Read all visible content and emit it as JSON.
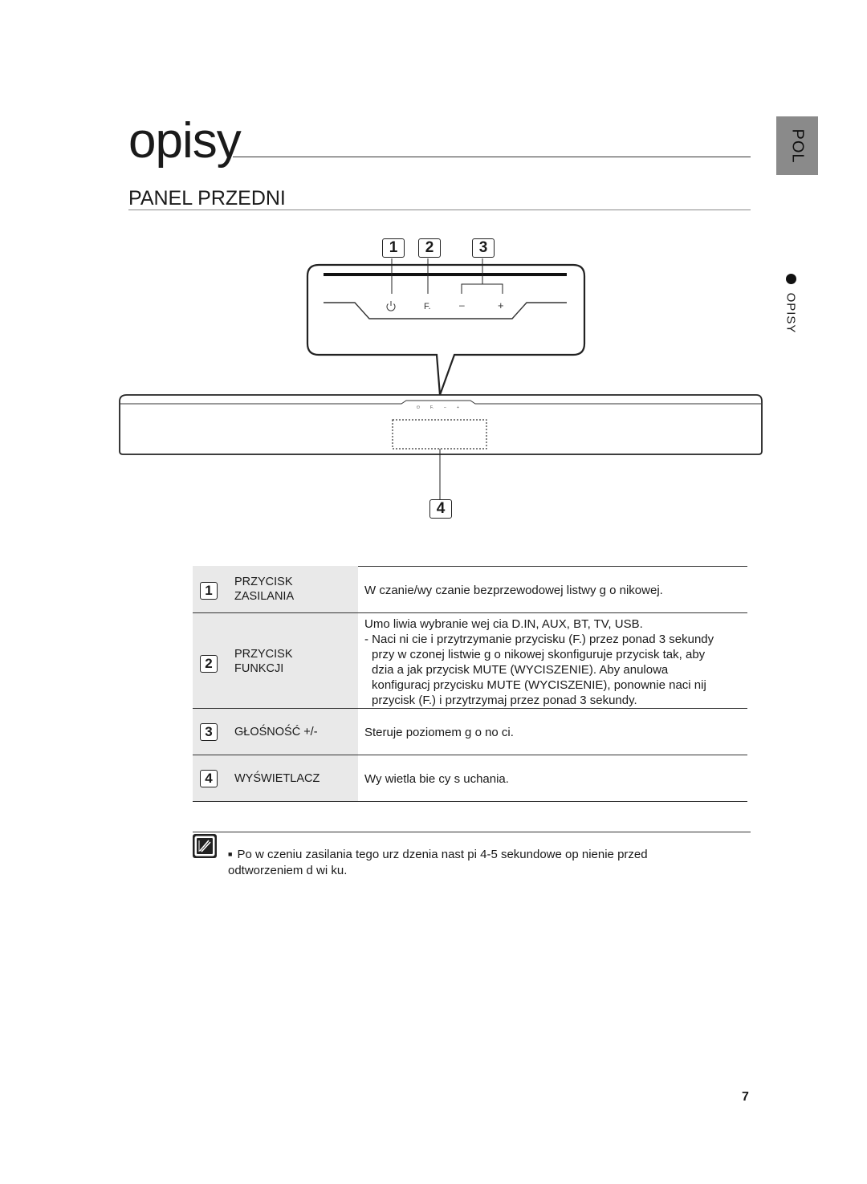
{
  "page": {
    "title": "opisy",
    "language_tab": "POL",
    "side_label": "OPISY",
    "page_number": "7"
  },
  "section": {
    "title": "PANEL PRZEDNI"
  },
  "diagram": {
    "callouts": [
      "1",
      "2",
      "3",
      "4"
    ],
    "button_labels": {
      "function": "F.",
      "minus": "–",
      "plus": "+"
    },
    "mini_labels": [
      "⏻",
      "F.",
      "–",
      "+"
    ]
  },
  "table": {
    "rows": [
      {
        "number": "1",
        "label": [
          "PRZYCISK",
          "ZASILANIA"
        ],
        "desc": [
          "W  czanie/wy  czanie bezprzewodowej listwy g o nikowej."
        ]
      },
      {
        "number": "2",
        "label": [
          "PRZYCISK",
          "FUNKCJI"
        ],
        "desc": [
          "Umo liwia wybranie wej cia D.IN, AUX, BT, TV, USB.",
          "- Naci ni cie i przytrzymanie przycisku (F.) przez ponad 3 sekundy",
          "przy w  czonej listwie g o nikowej skonfiguruje przycisk tak, aby",
          "dzia a  jak przycisk MUTE (WYCISZENIE). Aby anulowa",
          "konfiguracj  przycisku MUTE (WYCISZENIE), ponownie naci nij",
          "przycisk (F.) i przytrzymaj przez ponad 3 sekundy."
        ]
      },
      {
        "number": "3",
        "label": [
          "GŁOŚNOŚĆ +/-"
        ],
        "desc": [
          "Steruje poziomem g o no ci."
        ]
      },
      {
        "number": "4",
        "label": [
          "WYŚWIETLACZ"
        ],
        "desc": [
          "Wy wietla bie  cy s uchania."
        ]
      }
    ]
  },
  "note": {
    "bullet": "■",
    "lines": [
      "Po w  czeniu zasilania tego urz dzenia nast pi 4-5 sekundowe op  nienie przed",
      "odtworzeniem d wi ku."
    ]
  }
}
